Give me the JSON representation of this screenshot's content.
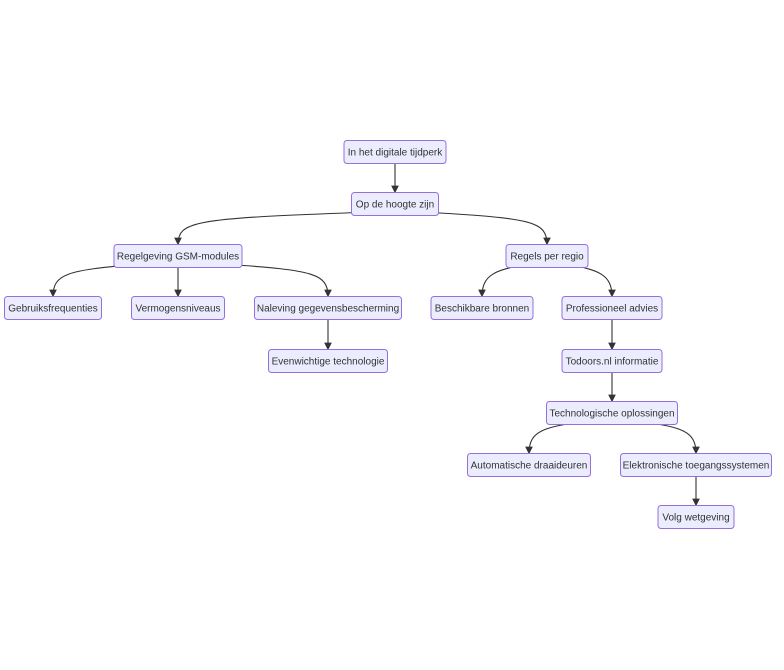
{
  "diagram": {
    "type": "flowchart",
    "direction": "top-down",
    "colors": {
      "node_fill": "#ececff",
      "node_border": "#9370db",
      "text": "#333333",
      "edge": "#333333",
      "background": "#ffffff"
    },
    "nodes": [
      {
        "id": "n1",
        "label": "In het digitale tijdperk"
      },
      {
        "id": "n2",
        "label": "Op de hoogte zijn"
      },
      {
        "id": "n3",
        "label": "Regelgeving GSM-modules"
      },
      {
        "id": "n4",
        "label": "Regels per regio"
      },
      {
        "id": "n5",
        "label": "Gebruiksfrequenties"
      },
      {
        "id": "n6",
        "label": "Vermogensniveaus"
      },
      {
        "id": "n7",
        "label": "Naleving gegevensbescherming"
      },
      {
        "id": "n8",
        "label": "Beschikbare bronnen"
      },
      {
        "id": "n9",
        "label": "Professioneel advies"
      },
      {
        "id": "n10",
        "label": "Evenwichtige technologie"
      },
      {
        "id": "n11",
        "label": "Todoors.nl informatie"
      },
      {
        "id": "n12",
        "label": "Technologische oplossingen"
      },
      {
        "id": "n13",
        "label": "Automatische draaideuren"
      },
      {
        "id": "n14",
        "label": "Elektronische toegangssystemen"
      },
      {
        "id": "n15",
        "label": "Volg wetgeving"
      }
    ],
    "edges": [
      {
        "from": "n1",
        "to": "n2"
      },
      {
        "from": "n2",
        "to": "n3"
      },
      {
        "from": "n2",
        "to": "n4"
      },
      {
        "from": "n3",
        "to": "n5"
      },
      {
        "from": "n3",
        "to": "n6"
      },
      {
        "from": "n3",
        "to": "n7"
      },
      {
        "from": "n4",
        "to": "n8"
      },
      {
        "from": "n4",
        "to": "n9"
      },
      {
        "from": "n7",
        "to": "n10"
      },
      {
        "from": "n9",
        "to": "n11"
      },
      {
        "from": "n11",
        "to": "n12"
      },
      {
        "from": "n12",
        "to": "n13"
      },
      {
        "from": "n12",
        "to": "n14"
      },
      {
        "from": "n14",
        "to": "n15"
      }
    ]
  }
}
